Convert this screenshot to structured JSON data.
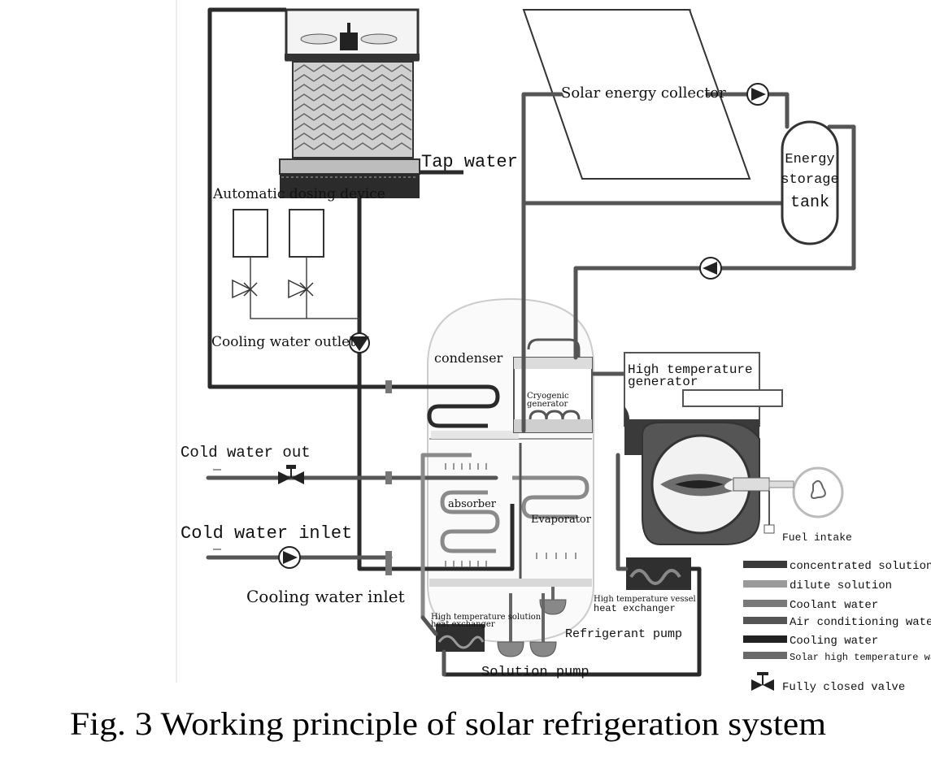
{
  "labels": {
    "solar_collector": "Solar energy collector",
    "storage_line1": "Energy",
    "storage_line2": "storage",
    "storage_line3": "tank",
    "tap_water": "Tap water",
    "dosing_device": "Automatic dosing device",
    "cooling_water_outlet": "Cooling water outlet",
    "condenser": "condenser",
    "cryogenic_line1": "Cryogenic",
    "cryogenic_line2": "generator",
    "high_temp_gen_line1": "High temperature",
    "high_temp_gen_line2": "generator",
    "cold_water_out": "Cold water out",
    "absorber": "absorber",
    "evaporator": "Evaporator",
    "cold_water_inlet": "Cold water inlet",
    "fuel_intake": "Fuel intake",
    "cooling_water_inlet": "Cooling water inlet",
    "hts_hex_line1": "High temperature solution",
    "hts_hex_line2": "heat exchanger",
    "htv_hex_line1": "High temperature vessel",
    "htv_hex_line2": "heat exchanger",
    "refrigerant_pump": "Refrigerant pump",
    "solution_pump": "Solution pump"
  },
  "legend": [
    {
      "label": "concentrated solution",
      "color": "#3a3a3a"
    },
    {
      "label": "dilute solution",
      "color": "#9a9a9a"
    },
    {
      "label": "Coolant water",
      "color": "#7a7a7a"
    },
    {
      "label": "Air conditioning water",
      "color": "#555555"
    },
    {
      "label": "Cooling water",
      "color": "#222222"
    },
    {
      "label": "Solar high temperature water",
      "color": "#6a6a6a"
    }
  ],
  "legend_valve": "Fully closed valve",
  "caption": "Fig. 3 Working principle of solar refrigeration system"
}
